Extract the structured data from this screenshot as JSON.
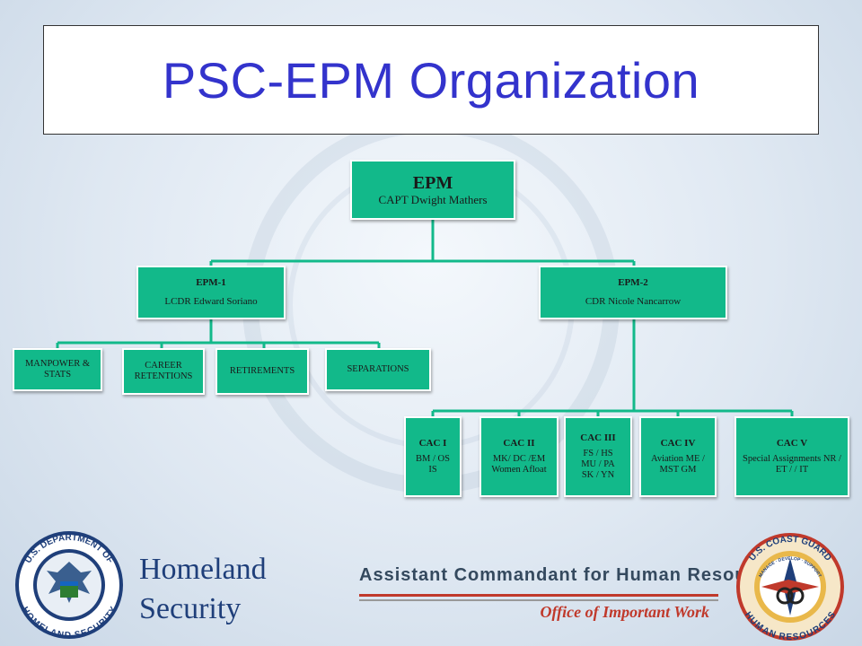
{
  "title": "PSC-EPM Organization",
  "colors": {
    "node": "#12b98a",
    "line": "#12b98a",
    "title": "#3333cc"
  },
  "top": {
    "name": "EPM",
    "sub": "CAPT Dwight Mathers"
  },
  "epm1": {
    "name": "EPM-1",
    "sub": "LCDR Edward Soriano"
  },
  "epm2": {
    "name": "EPM-2",
    "sub": "CDR Nicole Nancarrow"
  },
  "epm1_children": [
    "MANPOWER & STATS",
    "CAREER RETENTIONS",
    "RETIREMENTS",
    "SEPARATIONS"
  ],
  "cacs": [
    {
      "name": "CAC I",
      "lines": "BM / OS IS"
    },
    {
      "name": "CAC II",
      "lines": "MK/ DC /EM Women Afloat"
    },
    {
      "name": "CAC III",
      "lines": "FS / HS MU / PA SK / YN"
    },
    {
      "name": "CAC IV",
      "lines": "Aviation ME / MST GM"
    },
    {
      "name": "CAC V",
      "lines": "Special Assignments NR / ET / / IT"
    }
  ],
  "footer": {
    "homeland1": "Homeland",
    "homeland2": "Security",
    "assistant": "Assistant Commandant for Human Resources",
    "office": "Office of Important Work"
  },
  "logos": {
    "left": "dhs-seal-icon",
    "left_text": [
      "U.S. DEPARTMENT OF",
      "HOMELAND SECURITY"
    ],
    "right": "uscg-human-resources-seal-icon",
    "right_text": [
      "U.S. COAST GUARD",
      "HUMAN RESOURCES",
      "MANAGE · DEVELOP · SUPPORT"
    ]
  }
}
